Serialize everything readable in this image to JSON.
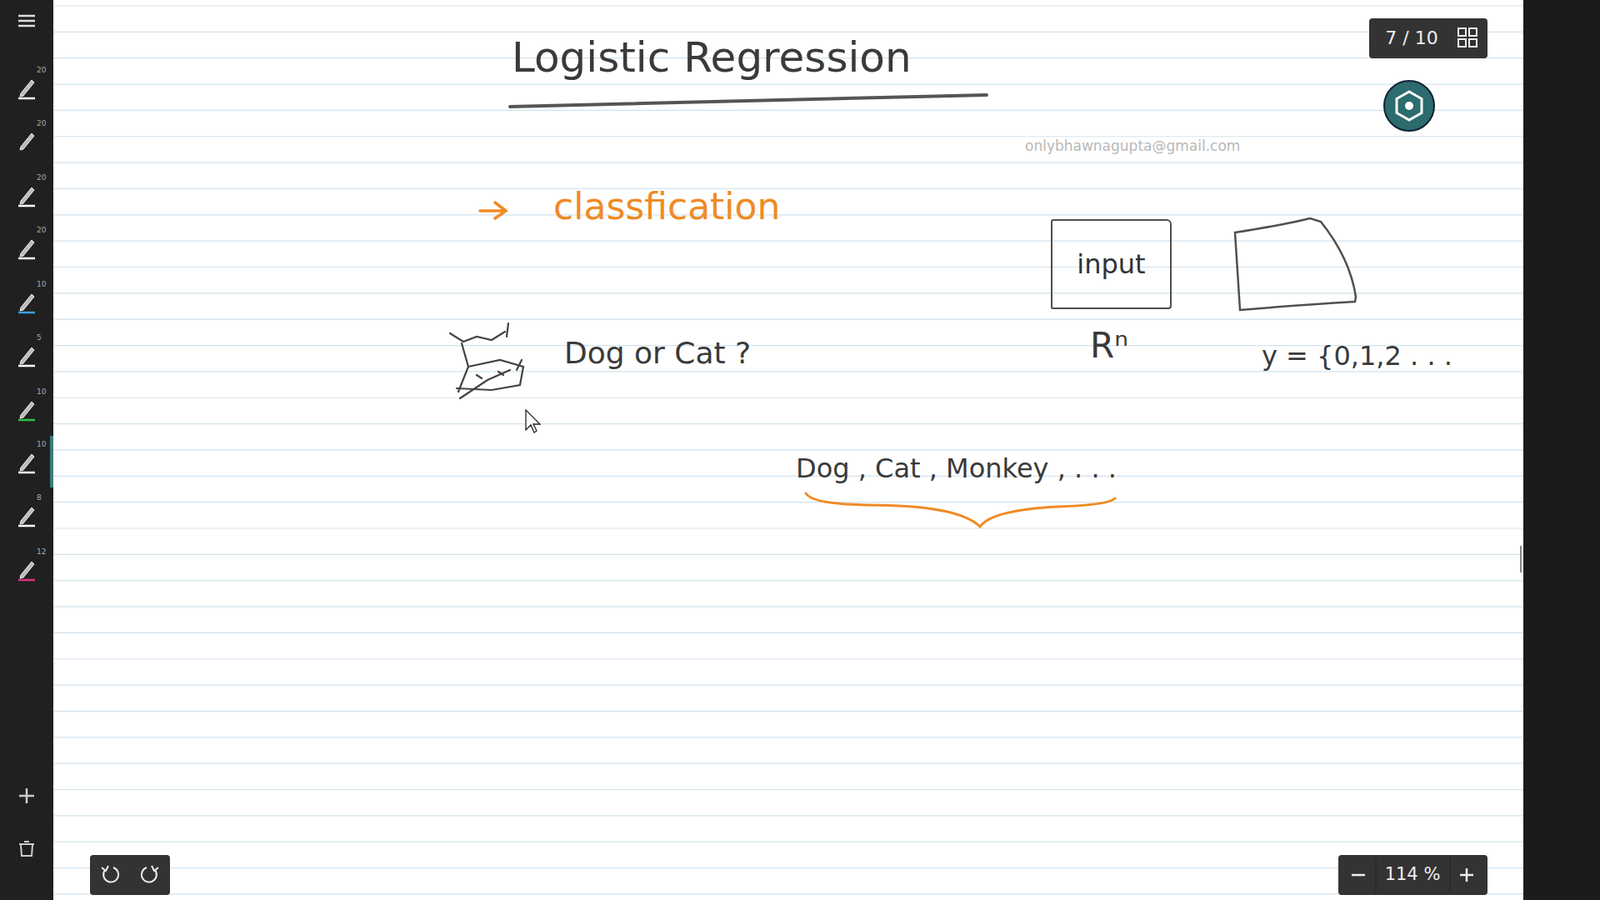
{
  "diagram": {
    "title": "Logistic Regression",
    "nodes": [
      {
        "text": [
          "input"
        ]
      }
    ],
    "labels": [
      "onlybhawnagupta@gmail.com",
      "classfication",
      "Dog or Cat ?",
      "Rⁿ",
      "y = {0,1,2 . . .",
      "Dog , Cat , Monkey , . . .",
      "7 / 10",
      "114 %",
      "20",
      "20",
      "20",
      "20",
      "10",
      "5",
      "10",
      "10",
      "8",
      "12"
    ]
  }
}
